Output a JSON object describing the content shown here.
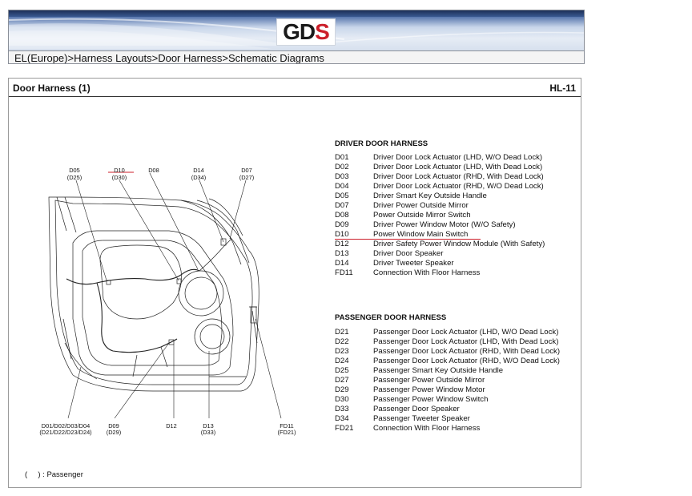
{
  "header": {
    "logo_main": "GD",
    "logo_accent": "S",
    "breadcrumb": "EL(Europe)>Harness Layouts>Door Harness>Schematic Diagrams"
  },
  "document": {
    "title": "Door Harness (1)",
    "code": "HL-11",
    "footnote": "(     ) : Passenger"
  },
  "driver": {
    "title": "DRIVER DOOR HARNESS",
    "items": [
      {
        "code": "D01",
        "desc": "Driver Door Lock Actuator (LHD, W/O Dead Lock)"
      },
      {
        "code": "D02",
        "desc": "Driver Door Lock Actuator (LHD, With Dead Lock)"
      },
      {
        "code": "D03",
        "desc": "Driver Door Lock Actuator (RHD, With Dead Lock)"
      },
      {
        "code": "D04",
        "desc": "Driver Door Lock Actuator (RHD, W/O Dead Lock)"
      },
      {
        "code": "D05",
        "desc": "Driver Smart Key Outside Handle"
      },
      {
        "code": "D07",
        "desc": "Driver Power Outside Mirror"
      },
      {
        "code": "D08",
        "desc": "Power Outside Mirror Switch"
      },
      {
        "code": "D09",
        "desc": "Driver Power Window Motor (W/O Safety)"
      },
      {
        "code": "D10",
        "desc": "Power Window Main Switch"
      },
      {
        "code": "D12",
        "desc": "Driver Safety Power Window Module (With Safety)"
      },
      {
        "code": "D13",
        "desc": "Driver Door Speaker"
      },
      {
        "code": "D14",
        "desc": "Driver Tweeter Speaker"
      },
      {
        "code": "FD11",
        "desc": "Connection With Floor Harness"
      }
    ]
  },
  "passenger": {
    "title": "PASSENGER DOOR HARNESS",
    "items": [
      {
        "code": "D21",
        "desc": "Passenger Door Lock Actuator (LHD, W/O Dead Lock)"
      },
      {
        "code": "D22",
        "desc": "Passenger Door Lock Actuator (LHD, With Dead Lock)"
      },
      {
        "code": "D23",
        "desc": "Passenger Door Lock Actuator (RHD, With Dead Lock)"
      },
      {
        "code": "D24",
        "desc": "Passenger Door Lock Actuator (RHD, W/O Dead Lock)"
      },
      {
        "code": "D25",
        "desc": "Passenger Smart Key Outside Handle"
      },
      {
        "code": "D27",
        "desc": "Passenger Power Outside Mirror"
      },
      {
        "code": "D29",
        "desc": "Passenger Power Window Motor"
      },
      {
        "code": "D30",
        "desc": "Passenger Power Window Switch"
      },
      {
        "code": "D33",
        "desc": "Passenger Door Speaker"
      },
      {
        "code": "D34",
        "desc": "Passenger  Tweeter Speaker"
      },
      {
        "code": "FD21",
        "desc": "Connection With Floor Harness"
      }
    ]
  },
  "diagram_labels": {
    "d05": "D05",
    "d05p": "(D25)",
    "d10": "D10",
    "d10p": "(D30)",
    "d08": "D08",
    "d14": "D14",
    "d14p": "(D34)",
    "d07": "D07",
    "d07p": "(D27)",
    "d01": "D01/D02/D03/D04",
    "d01p": "(D21/D22/D23/D24)",
    "d09": "D09",
    "d09p": "(D29)",
    "d12": "D12",
    "d13": "D13",
    "d13p": "(D33)",
    "fd11": "FD11",
    "fd11p": "(FD21)"
  },
  "colors": {
    "accent_red": "#cc1f2a",
    "banner_blue": "#2b4577",
    "text": "#111111"
  }
}
